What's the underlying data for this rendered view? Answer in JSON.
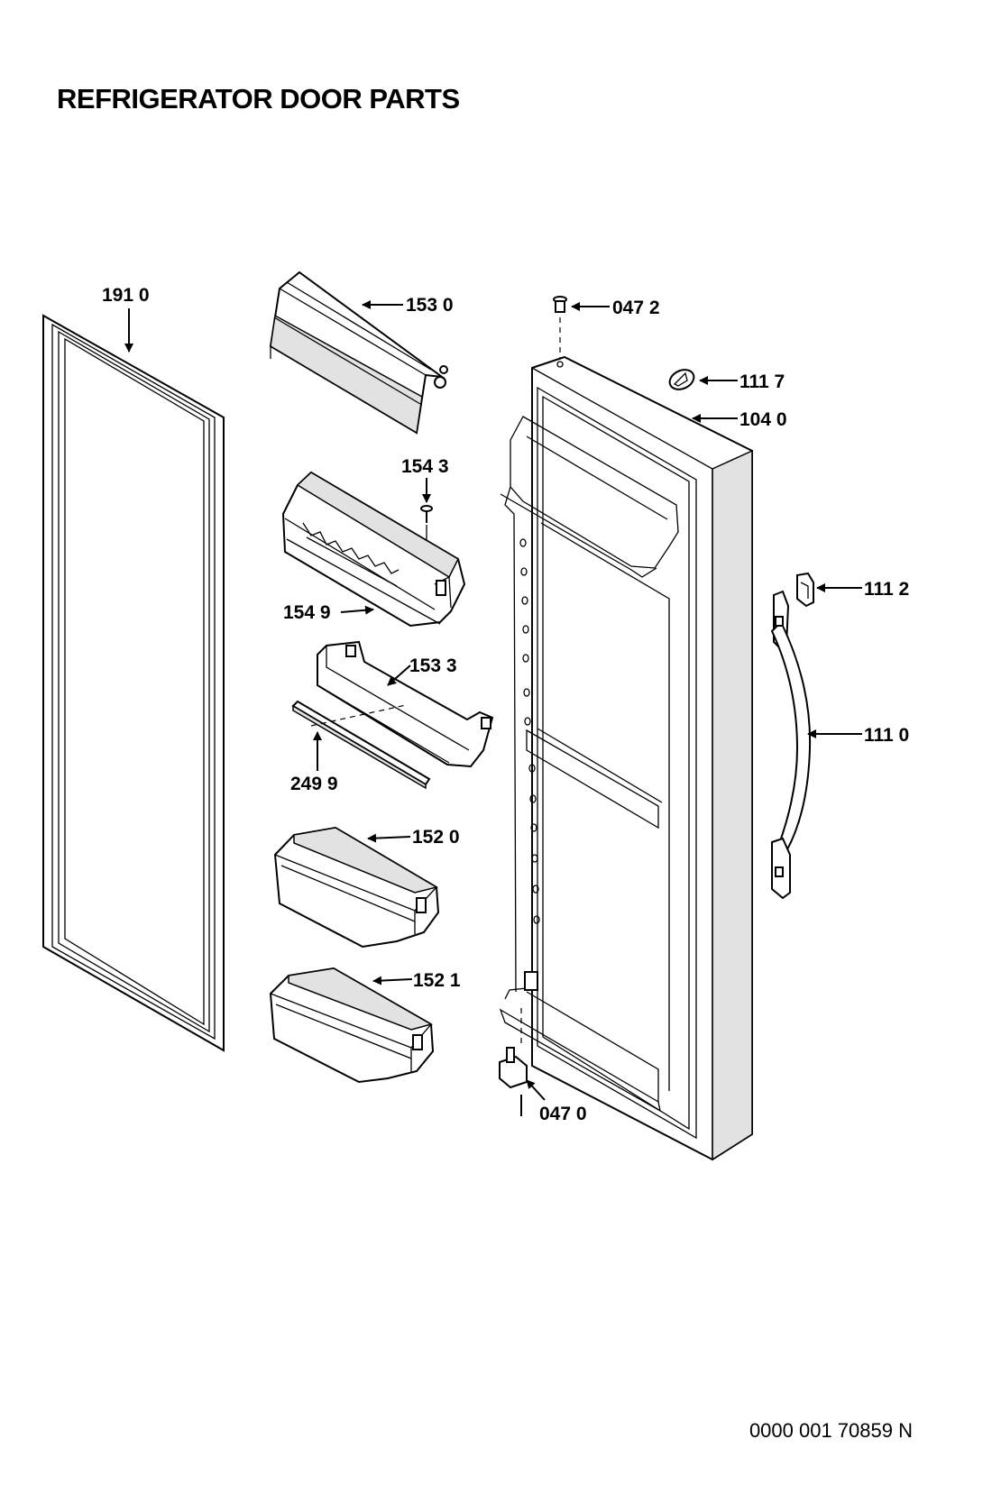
{
  "title": "REFRIGERATOR DOOR PARTS",
  "document_code": "0000 001 70859 N",
  "parts": [
    {
      "id": "gasket",
      "label": "191 0"
    },
    {
      "id": "cover",
      "label": "153 0"
    },
    {
      "id": "bottle-rack",
      "label": "154 3"
    },
    {
      "id": "bin-large",
      "label": "154 9"
    },
    {
      "id": "bar",
      "label": "153 3"
    },
    {
      "id": "strip",
      "label": "249 9"
    },
    {
      "id": "bin-mid",
      "label": "152 0"
    },
    {
      "id": "bin-low",
      "label": "152 1"
    },
    {
      "id": "pin-top",
      "label": "047 2"
    },
    {
      "id": "plug",
      "label": "111 7"
    },
    {
      "id": "door",
      "label": "104 0"
    },
    {
      "id": "clip",
      "label": "111 2"
    },
    {
      "id": "handle",
      "label": "111 0"
    },
    {
      "id": "hinge-bottom",
      "label": "047 0"
    }
  ]
}
